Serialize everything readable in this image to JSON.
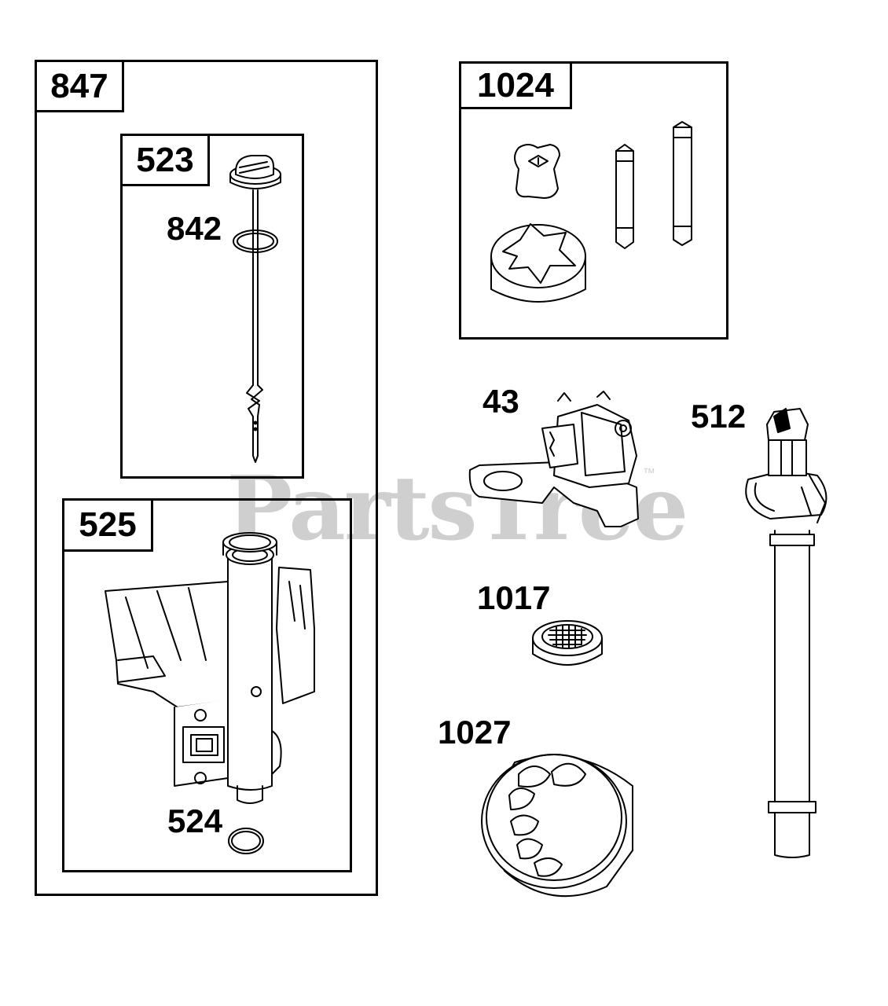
{
  "watermark": {
    "text": "PartsTree",
    "tm": "™"
  },
  "kits": [
    {
      "id": "847"
    },
    {
      "id": "523"
    },
    {
      "id": "525"
    },
    {
      "id": "1024"
    }
  ],
  "callouts": [
    "842",
    "524",
    "43",
    "512",
    "1017",
    "1027"
  ]
}
